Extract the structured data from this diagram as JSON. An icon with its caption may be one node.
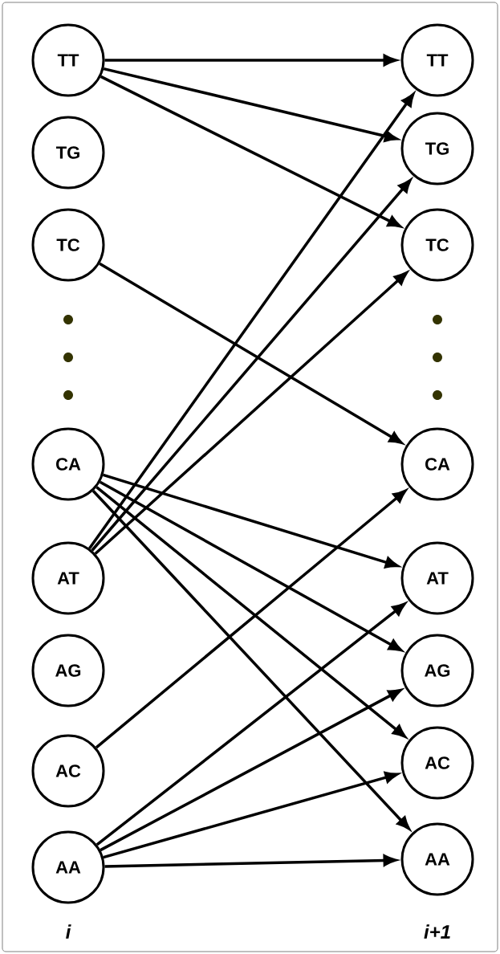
{
  "diagram": {
    "nodes": [
      {
        "text": [
          "TT"
        ]
      },
      {
        "text": [
          "TG"
        ]
      },
      {
        "text": [
          "TC"
        ]
      },
      {
        "text": [
          "CA"
        ]
      },
      {
        "text": [
          "AT"
        ]
      },
      {
        "text": [
          "AG"
        ]
      },
      {
        "text": [
          "AC"
        ]
      },
      {
        "text": [
          "AA"
        ]
      },
      {
        "text": [
          "TT"
        ]
      },
      {
        "text": [
          "TG"
        ]
      },
      {
        "text": [
          "TC"
        ]
      },
      {
        "text": [
          "CA"
        ]
      },
      {
        "text": [
          "AT"
        ]
      },
      {
        "text": [
          "AG"
        ]
      },
      {
        "text": [
          "AC"
        ]
      },
      {
        "text": [
          "AA"
        ]
      }
    ],
    "edges": [
      {
        "from": 0,
        "to": 8,
        "arrow": "to"
      },
      {
        "from": 0,
        "to": 9,
        "arrow": "to"
      },
      {
        "from": 0,
        "to": 10,
        "arrow": "to"
      },
      {
        "from": 2,
        "to": 11,
        "arrow": "to"
      },
      {
        "from": 3,
        "to": 12,
        "arrow": "to"
      },
      {
        "from": 3,
        "to": 13,
        "arrow": "to"
      },
      {
        "from": 3,
        "to": 14,
        "arrow": "to"
      },
      {
        "from": 3,
        "to": 15,
        "arrow": "to"
      },
      {
        "from": 4,
        "to": 8,
        "arrow": "to"
      },
      {
        "from": 4,
        "to": 9,
        "arrow": "to"
      },
      {
        "from": 4,
        "to": 10,
        "arrow": "to"
      },
      {
        "from": 6,
        "to": 11,
        "arrow": "to"
      },
      {
        "from": 7,
        "to": 12,
        "arrow": "to"
      },
      {
        "from": 7,
        "to": 13,
        "arrow": "to"
      },
      {
        "from": 7,
        "to": 14,
        "arrow": "to"
      },
      {
        "from": 7,
        "to": 15,
        "arrow": "to"
      }
    ],
    "labels": [
      "i",
      "i+1"
    ]
  }
}
